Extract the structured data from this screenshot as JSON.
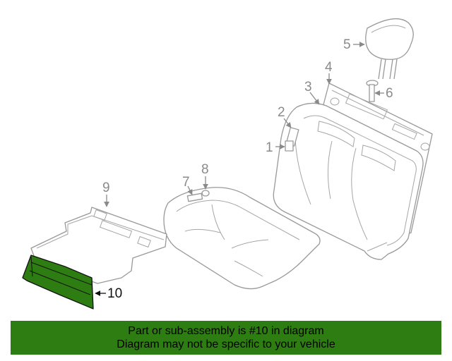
{
  "callouts": {
    "c1": "1",
    "c2": "2",
    "c3": "3",
    "c4": "4",
    "c5": "5",
    "c6": "6",
    "c7": "7",
    "c8": "8",
    "c9": "9",
    "c10": "10"
  },
  "banner": {
    "line1": "Part or sub-assembly is #10 in diagram",
    "line2": "Diagram may not be specific to your vehicle"
  },
  "colors": {
    "highlight": "#2e7d12",
    "banner_background": "#2e7d12",
    "line_art": "#999999"
  }
}
